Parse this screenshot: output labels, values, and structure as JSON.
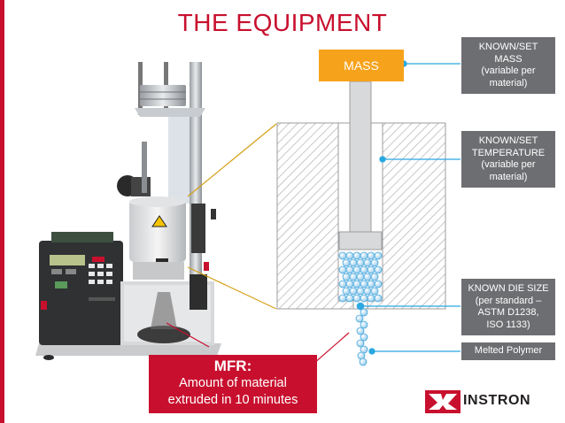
{
  "title": "THE EQUIPMENT",
  "mass_label": "MASS",
  "callouts": {
    "mass": "KNOWN/SET\nMASS\n(variable per\nmaterial)",
    "temperature": "KNOWN/SET\nTEMPERATURE\n(variable per\nmaterial)",
    "die": "KNOWN DIE SIZE\n(per standard –\nASTM D1238,\nISO 1133)",
    "polymer": "Melted Polymer"
  },
  "mfr": {
    "heading": "MFR:",
    "line1": "Amount of material",
    "line2": "extruded in 10 minutes"
  },
  "brand": "INSTRON",
  "colors": {
    "accent": "#c8102e",
    "mass": "#f7a21b",
    "callout": "#6d6e71",
    "pointer": "#29a8e0"
  }
}
